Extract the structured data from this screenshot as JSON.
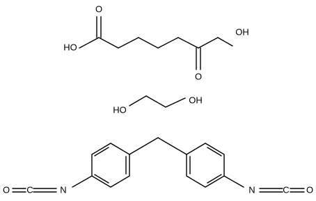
{
  "molecules": [
    {
      "labels": {
        "oh_left": "HO",
        "oh_right": "OH",
        "o_top": "O",
        "o_bottom": "O"
      }
    },
    {
      "labels": {
        "oh_left": "HO",
        "oh_right": "OH"
      }
    },
    {
      "labels": {
        "o_left": "O",
        "c_left": "C",
        "n_left": "N",
        "n_right": "N",
        "c_right": "C",
        "o_right": "O"
      }
    }
  ]
}
